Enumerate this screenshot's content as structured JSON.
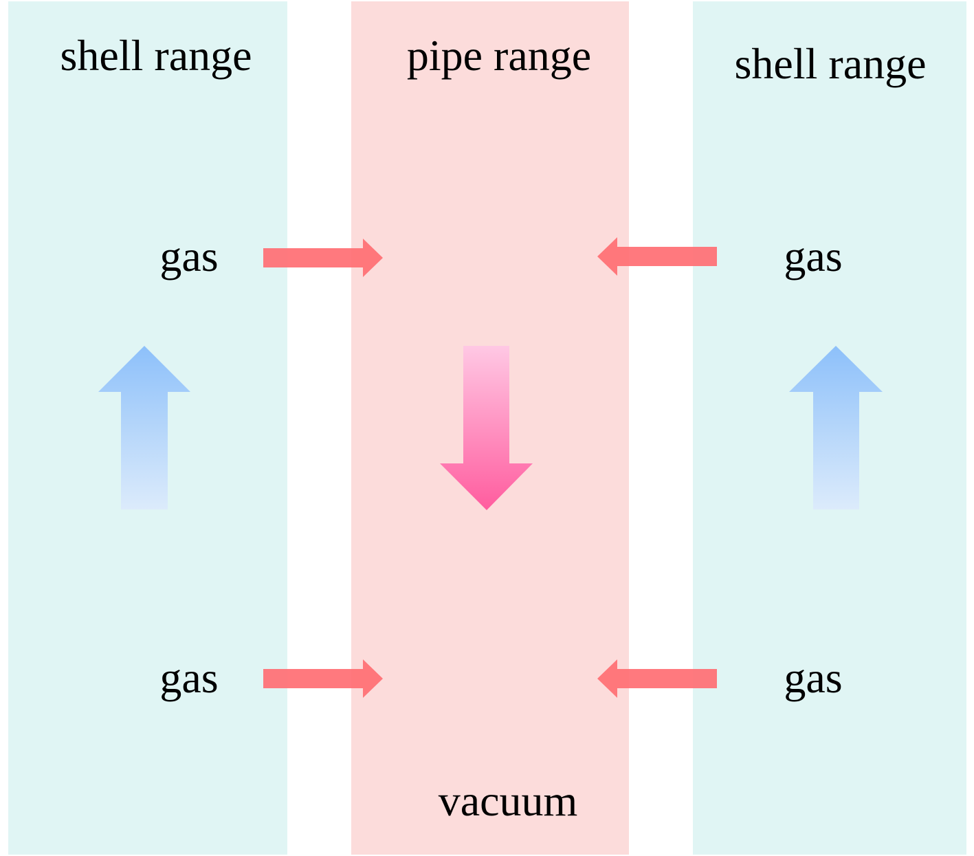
{
  "regions": {
    "shell_left": {
      "label": "shell range"
    },
    "pipe": {
      "label": "pipe range"
    },
    "shell_right": {
      "label": "shell range"
    }
  },
  "labels": {
    "gas_left_top": "gas",
    "gas_left_bottom": "gas",
    "gas_right_top": "gas",
    "gas_right_bottom": "gas",
    "vacuum": "vacuum"
  },
  "colors": {
    "shell_fill": "#e0f5f4",
    "pipe_fill": "#fcdcdb",
    "wall_fill": "#ffffff",
    "gas_arrow": "#ff6e73",
    "shell_flow_top": "#8dc0fa",
    "shell_flow_bottom": "#dcebfb",
    "pipe_flow_top": "#ffc8e4",
    "pipe_flow_bottom": "#ff5c9e"
  },
  "icons": {
    "shell_flow": "arrow-up-icon",
    "pipe_flow": "arrow-down-icon",
    "gas_flow_in": "arrow-horizontal-icon"
  }
}
